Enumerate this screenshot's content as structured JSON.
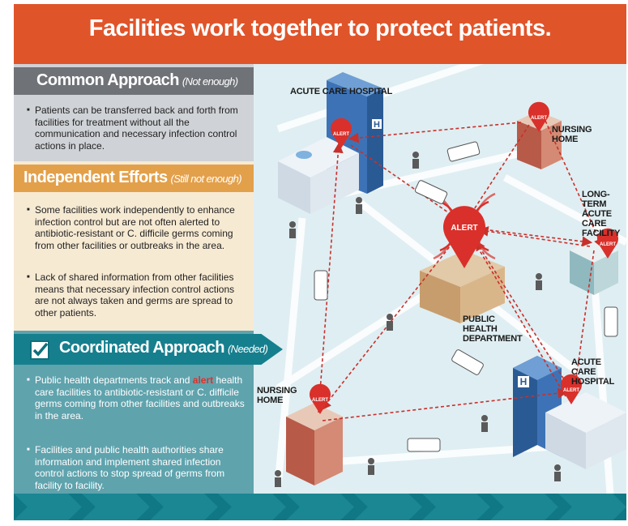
{
  "title": "Facilities work together to protect patients.",
  "common": {
    "heading": "Common Approach",
    "sub": "(Not enough)",
    "bullet": "Patients can be transferred back and forth from facilities for treatment without all the communication and necessary infection control actions in place."
  },
  "independent": {
    "heading": "Independent Efforts",
    "sub": "(Still not enough)",
    "bullet1": "Some facilities work independently to enhance infection control but are not often alerted to antibiotic-resistant or C. difficile germs coming from other facilities or outbreaks in the area.",
    "bullet2": "Lack of shared information from other facilities means that necessary infection control actions are not always taken and germs are spread to other patients."
  },
  "coordinated": {
    "heading": "Coordinated Approach",
    "sub": "(Needed)",
    "bullet1_pre": "Public health departments track and ",
    "bullet1_alert": "alert",
    "bullet1_post": " health care facilities to antibiotic-resistant or C. difficile germs coming from other facilities and outbreaks in the area.",
    "bullet2": "Facilities and public health authorities share information and implement shared infection control actions to stop spread of germs from facility to facility."
  },
  "map": {
    "acute_care_1": "Acute Care Hospital",
    "nursing_home_1": "Nursing Home",
    "ltac": "Long-Term Acute Care Facility",
    "public_health": "Public Health Department",
    "acute_care_2": "Acute Care Hospital",
    "nursing_home_2": "Nursing Home",
    "alert": "ALERT",
    "hospital_sign": "H"
  },
  "colors": {
    "title_bar": "#e0542a",
    "alert_red": "#d9302b",
    "teal": "#167f8e",
    "gold": "#e3a04a",
    "gray": "#6f7277"
  }
}
